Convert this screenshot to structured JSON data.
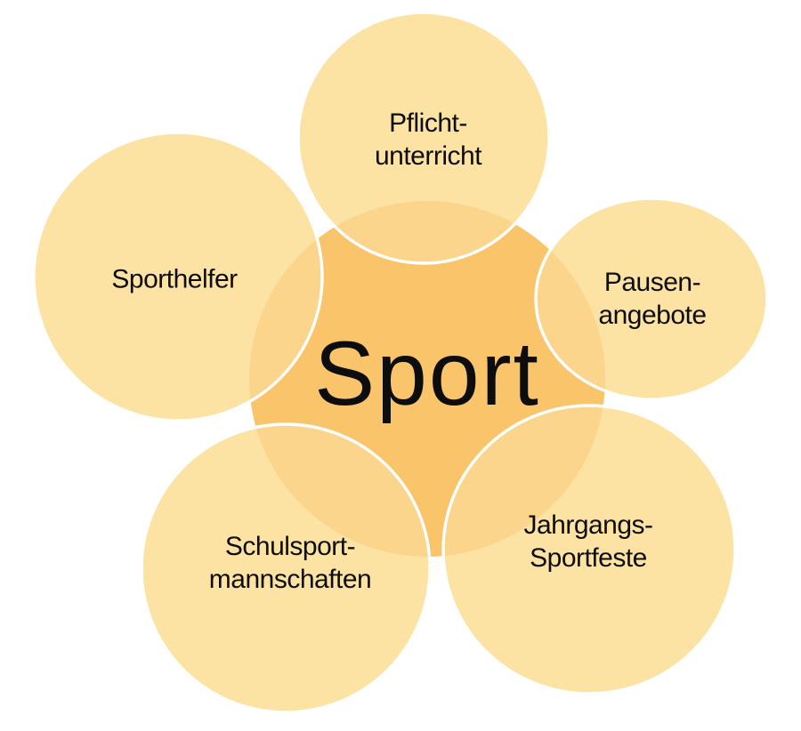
{
  "diagram": {
    "type": "radial-cycle",
    "background_color": "#FFFFFF",
    "colors": {
      "center_fill": "#FAC46B",
      "satellite_fill": "#FCE3A4",
      "overlap_fill": "#FBD58C",
      "circle_outline": "#FFFFFF",
      "text": "#0D0D0D"
    },
    "center": {
      "label": "Sport"
    },
    "satellites": [
      {
        "id": "pflichtunterricht",
        "label": "Pflicht-\nunterricht"
      },
      {
        "id": "pausenangebote",
        "label": "Pausen-\nangebote"
      },
      {
        "id": "jahrgangs-sportfeste",
        "label": "Jahrgangs-\nSportfeste"
      },
      {
        "id": "schulsportmannschaften",
        "label": "Schulsport-\nmannschaften"
      },
      {
        "id": "sporthelfer",
        "label": "Sporthelfer"
      }
    ]
  }
}
